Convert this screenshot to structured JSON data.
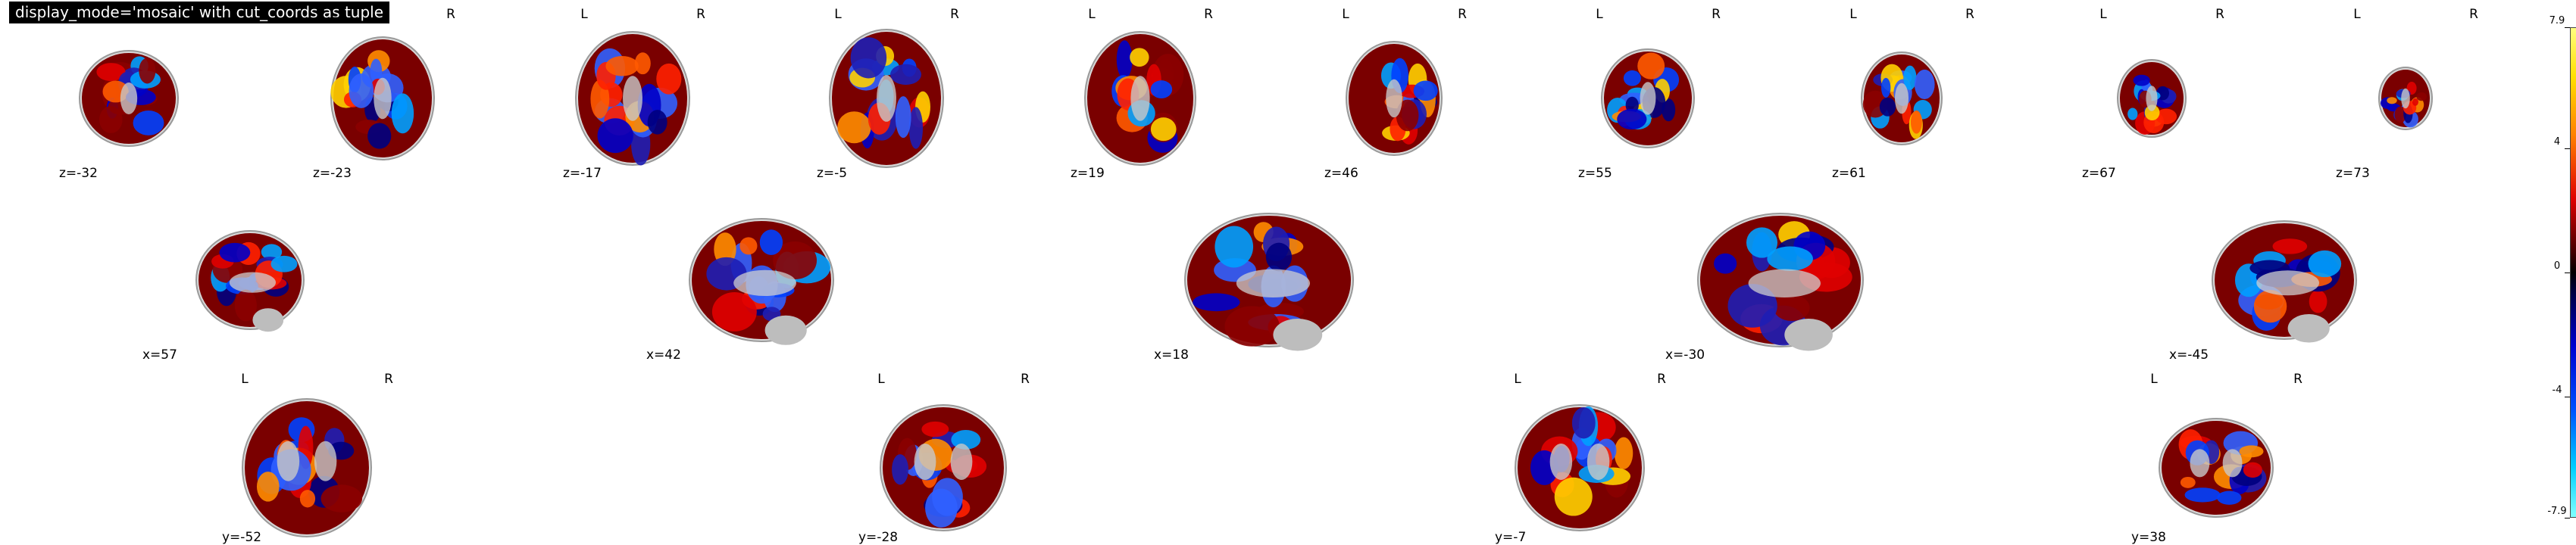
{
  "title": "display_mode='mosaic' with cut_coords as tuple",
  "orientation_labels": {
    "left": "L",
    "right": "R"
  },
  "rows": {
    "axial": {
      "coord_axis": "z",
      "cuts": [
        -32,
        -23,
        -17,
        -5,
        19,
        46,
        55,
        61,
        67,
        73
      ]
    },
    "sagittal": {
      "coord_axis": "x",
      "cuts": [
        57,
        42,
        18,
        -30,
        -45
      ]
    },
    "coronal": {
      "coord_axis": "y",
      "cuts": [
        -52,
        -28,
        -7,
        38
      ]
    }
  },
  "colorbar": {
    "colormap": "cold_hot",
    "vmin": -7.9,
    "vmax": 7.9,
    "tick_labels": [
      "7.9",
      "4",
      "0",
      "-4",
      "-7.9"
    ],
    "tick_values": [
      7.9,
      4,
      0,
      -4,
      -7.9
    ]
  }
}
